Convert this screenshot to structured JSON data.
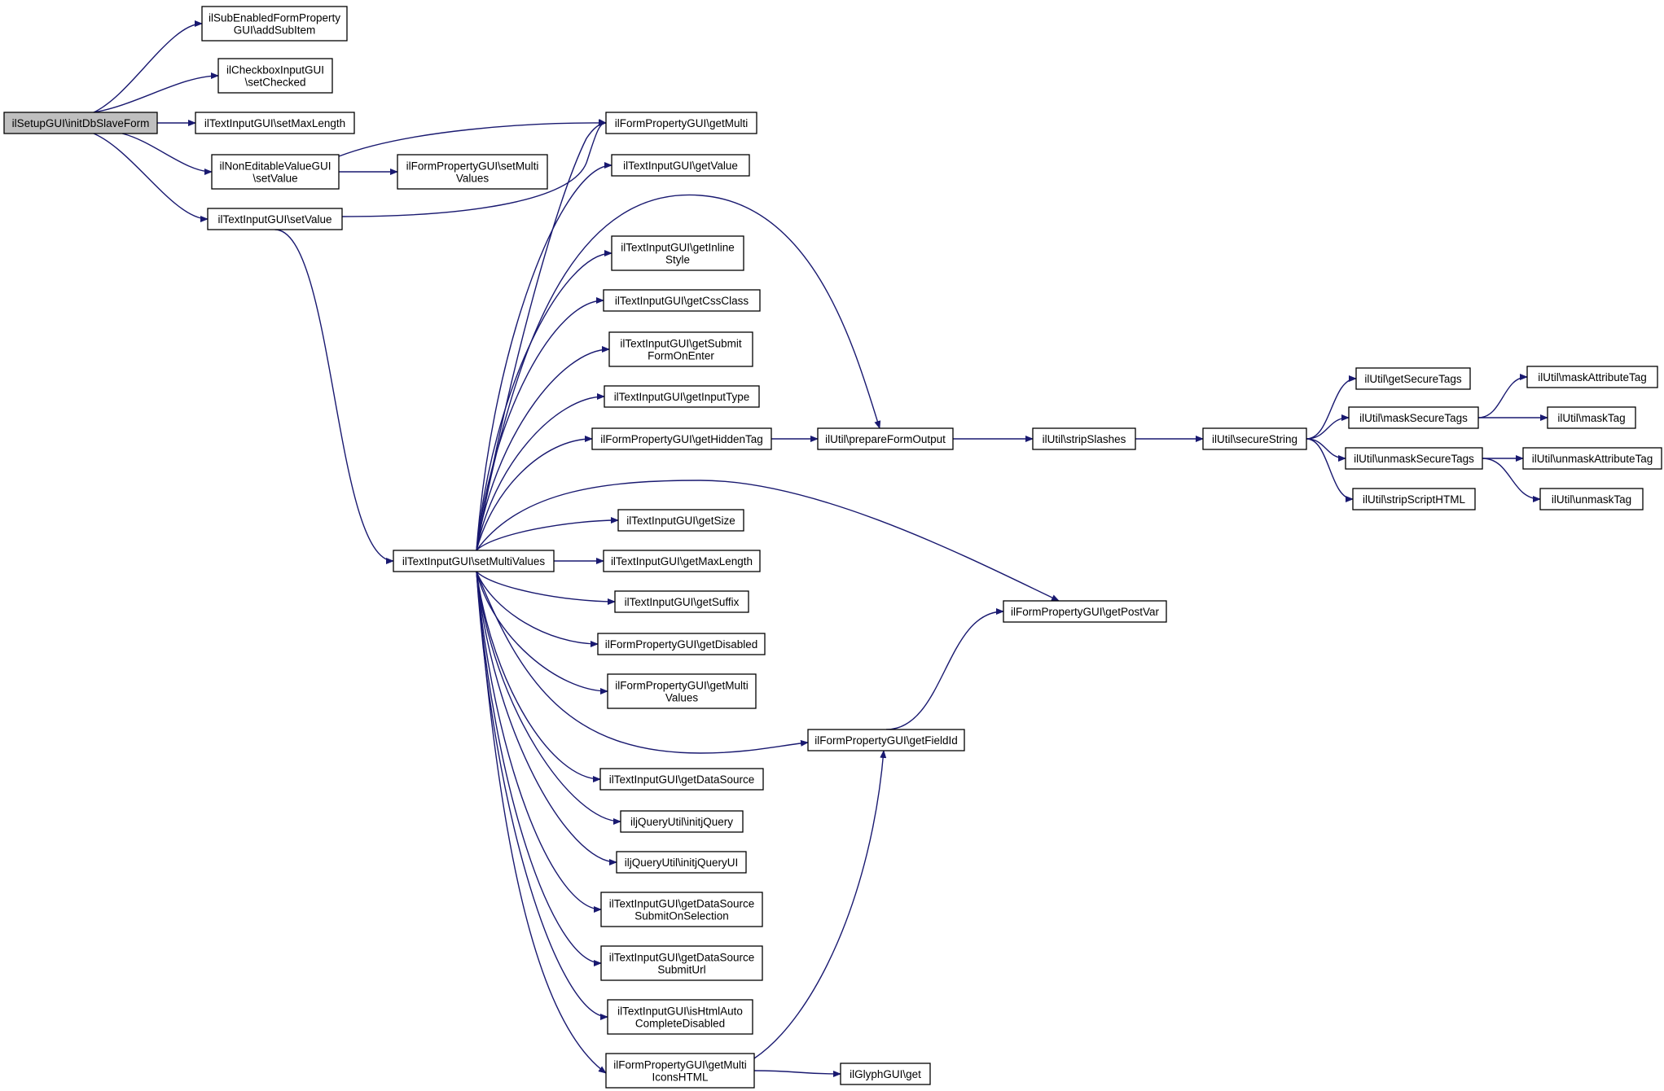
{
  "diagram": {
    "type": "call-graph",
    "colors": {
      "edge": "#191970",
      "node_border": "#000000",
      "node_fill": "#ffffff",
      "root_fill": "#bfbfbf"
    },
    "nodes": [
      {
        "id": "initDbSlaveForm",
        "lines": [
          "ilSetupGUI\\initDbSlaveForm"
        ],
        "root": true
      },
      {
        "id": "addSubItem",
        "lines": [
          "ilSubEnabledFormProperty",
          "GUI\\addSubItem"
        ]
      },
      {
        "id": "setChecked",
        "lines": [
          "ilCheckboxInputGUI",
          "\\setChecked"
        ]
      },
      {
        "id": "setMaxLength",
        "lines": [
          "ilTextInputGUI\\setMaxLength"
        ]
      },
      {
        "id": "ne_setValue",
        "lines": [
          "ilNonEditableValueGUI",
          "\\setValue"
        ]
      },
      {
        "id": "ti_setValue",
        "lines": [
          "ilTextInputGUI\\setValue"
        ]
      },
      {
        "id": "fp_setMultiValues",
        "lines": [
          "ilFormPropertyGUI\\setMulti",
          "Values"
        ]
      },
      {
        "id": "ti_setMultiValues",
        "lines": [
          "ilTextInputGUI\\setMultiValues"
        ]
      },
      {
        "id": "getMulti",
        "lines": [
          "ilFormPropertyGUI\\getMulti"
        ]
      },
      {
        "id": "getValue",
        "lines": [
          "ilTextInputGUI\\getValue"
        ]
      },
      {
        "id": "getInlineStyle",
        "lines": [
          "ilTextInputGUI\\getInline",
          "Style"
        ]
      },
      {
        "id": "getCssClass",
        "lines": [
          "ilTextInputGUI\\getCssClass"
        ]
      },
      {
        "id": "getSubmitFormOnEnter",
        "lines": [
          "ilTextInputGUI\\getSubmit",
          "FormOnEnter"
        ]
      },
      {
        "id": "getInputType",
        "lines": [
          "ilTextInputGUI\\getInputType"
        ]
      },
      {
        "id": "getHiddenTag",
        "lines": [
          "ilFormPropertyGUI\\getHiddenTag"
        ]
      },
      {
        "id": "getSize",
        "lines": [
          "ilTextInputGUI\\getSize"
        ]
      },
      {
        "id": "getMaxLength",
        "lines": [
          "ilTextInputGUI\\getMaxLength"
        ]
      },
      {
        "id": "getSuffix",
        "lines": [
          "ilTextInputGUI\\getSuffix"
        ]
      },
      {
        "id": "getDisabled",
        "lines": [
          "ilFormPropertyGUI\\getDisabled"
        ]
      },
      {
        "id": "getMultiValues",
        "lines": [
          "ilFormPropertyGUI\\getMulti",
          "Values"
        ]
      },
      {
        "id": "getDataSource",
        "lines": [
          "ilTextInputGUI\\getDataSource"
        ]
      },
      {
        "id": "initjQuery",
        "lines": [
          "iljQueryUtil\\initjQuery"
        ]
      },
      {
        "id": "initjQueryUI",
        "lines": [
          "iljQueryUtil\\initjQueryUI"
        ]
      },
      {
        "id": "getDataSourceSubmitOnSelection",
        "lines": [
          "ilTextInputGUI\\getDataSource",
          "SubmitOnSelection"
        ]
      },
      {
        "id": "getDataSourceSubmitUrl",
        "lines": [
          "ilTextInputGUI\\getDataSource",
          "SubmitUrl"
        ]
      },
      {
        "id": "isHtmlAutoCompleteDisabled",
        "lines": [
          "ilTextInputGUI\\isHtmlAuto",
          "CompleteDisabled"
        ]
      },
      {
        "id": "getMultiIconsHTML",
        "lines": [
          "ilFormPropertyGUI\\getMulti",
          "IconsHTML"
        ]
      },
      {
        "id": "prepareFormOutput",
        "lines": [
          "ilUtil\\prepareFormOutput"
        ]
      },
      {
        "id": "stripSlashes",
        "lines": [
          "ilUtil\\stripSlashes"
        ]
      },
      {
        "id": "secureString",
        "lines": [
          "ilUtil\\secureString"
        ]
      },
      {
        "id": "getPostVar",
        "lines": [
          "ilFormPropertyGUI\\getPostVar"
        ]
      },
      {
        "id": "getFieldId",
        "lines": [
          "ilFormPropertyGUI\\getFieldId"
        ]
      },
      {
        "id": "glyph_get",
        "lines": [
          "ilGlyphGUI\\get"
        ]
      },
      {
        "id": "getSecureTags",
        "lines": [
          "ilUtil\\getSecureTags"
        ]
      },
      {
        "id": "maskSecureTags",
        "lines": [
          "ilUtil\\maskSecureTags"
        ]
      },
      {
        "id": "unmaskSecureTags",
        "lines": [
          "ilUtil\\unmaskSecureTags"
        ]
      },
      {
        "id": "stripScriptHTML",
        "lines": [
          "ilUtil\\stripScriptHTML"
        ]
      },
      {
        "id": "maskAttributeTag",
        "lines": [
          "ilUtil\\maskAttributeTag"
        ]
      },
      {
        "id": "maskTag",
        "lines": [
          "ilUtil\\maskTag"
        ]
      },
      {
        "id": "unmaskAttributeTag",
        "lines": [
          "ilUtil\\unmaskAttributeTag"
        ]
      },
      {
        "id": "unmaskTag",
        "lines": [
          "ilUtil\\unmaskTag"
        ]
      }
    ],
    "edges": [
      [
        "initDbSlaveForm",
        "addSubItem"
      ],
      [
        "initDbSlaveForm",
        "setChecked"
      ],
      [
        "initDbSlaveForm",
        "setMaxLength"
      ],
      [
        "initDbSlaveForm",
        "ne_setValue"
      ],
      [
        "initDbSlaveForm",
        "ti_setValue"
      ],
      [
        "ne_setValue",
        "getMulti"
      ],
      [
        "ne_setValue",
        "fp_setMultiValues"
      ],
      [
        "ti_setValue",
        "getMulti"
      ],
      [
        "ti_setValue",
        "ti_setMultiValues"
      ],
      [
        "ti_setMultiValues",
        "getMulti"
      ],
      [
        "ti_setMultiValues",
        "getValue"
      ],
      [
        "ti_setMultiValues",
        "prepareFormOutput"
      ],
      [
        "ti_setMultiValues",
        "getInlineStyle"
      ],
      [
        "ti_setMultiValues",
        "getCssClass"
      ],
      [
        "ti_setMultiValues",
        "getSubmitFormOnEnter"
      ],
      [
        "ti_setMultiValues",
        "getInputType"
      ],
      [
        "ti_setMultiValues",
        "getHiddenTag"
      ],
      [
        "ti_setMultiValues",
        "getPostVar"
      ],
      [
        "ti_setMultiValues",
        "getSize"
      ],
      [
        "ti_setMultiValues",
        "getMaxLength"
      ],
      [
        "ti_setMultiValues",
        "getSuffix"
      ],
      [
        "ti_setMultiValues",
        "getDisabled"
      ],
      [
        "ti_setMultiValues",
        "getMultiValues"
      ],
      [
        "ti_setMultiValues",
        "getFieldId"
      ],
      [
        "ti_setMultiValues",
        "getDataSource"
      ],
      [
        "ti_setMultiValues",
        "initjQuery"
      ],
      [
        "ti_setMultiValues",
        "initjQueryUI"
      ],
      [
        "ti_setMultiValues",
        "getDataSourceSubmitOnSelection"
      ],
      [
        "ti_setMultiValues",
        "getDataSourceSubmitUrl"
      ],
      [
        "ti_setMultiValues",
        "isHtmlAutoCompleteDisabled"
      ],
      [
        "ti_setMultiValues",
        "getMultiIconsHTML"
      ],
      [
        "getHiddenTag",
        "prepareFormOutput"
      ],
      [
        "prepareFormOutput",
        "stripSlashes"
      ],
      [
        "stripSlashes",
        "secureString"
      ],
      [
        "secureString",
        "getSecureTags"
      ],
      [
        "secureString",
        "maskSecureTags"
      ],
      [
        "secureString",
        "unmaskSecureTags"
      ],
      [
        "secureString",
        "stripScriptHTML"
      ],
      [
        "maskSecureTags",
        "maskAttributeTag"
      ],
      [
        "maskSecureTags",
        "maskTag"
      ],
      [
        "unmaskSecureTags",
        "unmaskAttributeTag"
      ],
      [
        "unmaskSecureTags",
        "unmaskTag"
      ],
      [
        "getFieldId",
        "getPostVar"
      ],
      [
        "getMultiIconsHTML",
        "getFieldId"
      ],
      [
        "getMultiIconsHTML",
        "glyph_get"
      ]
    ]
  }
}
